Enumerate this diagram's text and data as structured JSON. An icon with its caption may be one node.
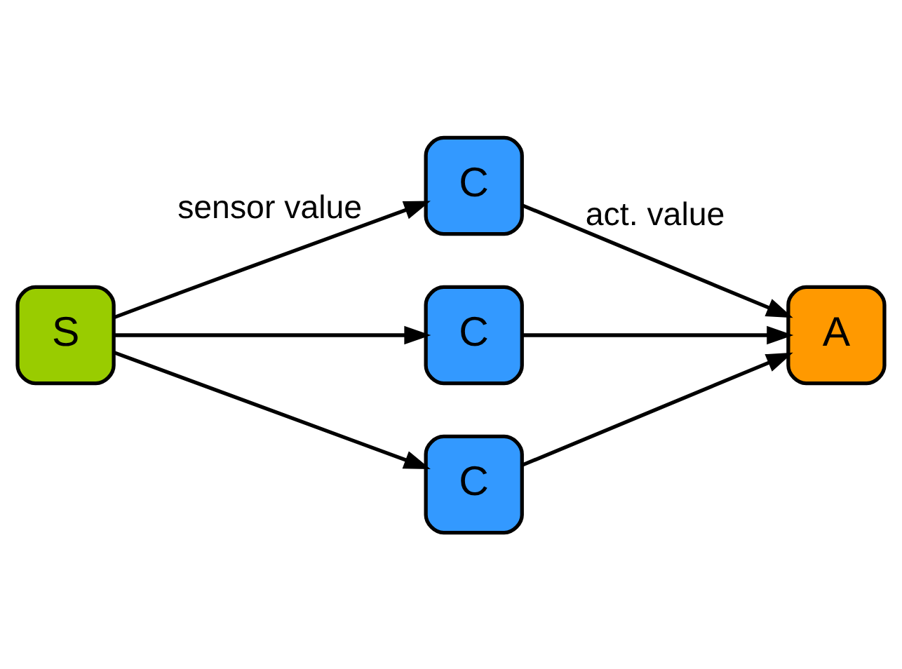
{
  "diagram": {
    "nodes": [
      {
        "text": [
          "S"
        ]
      },
      {
        "text": [
          "C"
        ]
      },
      {
        "text": [
          "C"
        ]
      },
      {
        "text": [
          "C"
        ]
      },
      {
        "text": [
          "A"
        ]
      }
    ],
    "edges": [
      {
        "from": 0,
        "to": 1,
        "arrow": "to",
        "label": "sensor value"
      },
      {
        "from": 0,
        "to": 2,
        "arrow": "to"
      },
      {
        "from": 0,
        "to": 3,
        "arrow": "to"
      },
      {
        "from": 1,
        "to": 4,
        "arrow": "to",
        "label": "act. value"
      },
      {
        "from": 2,
        "to": 4,
        "arrow": "to"
      },
      {
        "from": 3,
        "to": 4,
        "arrow": "to"
      }
    ]
  }
}
